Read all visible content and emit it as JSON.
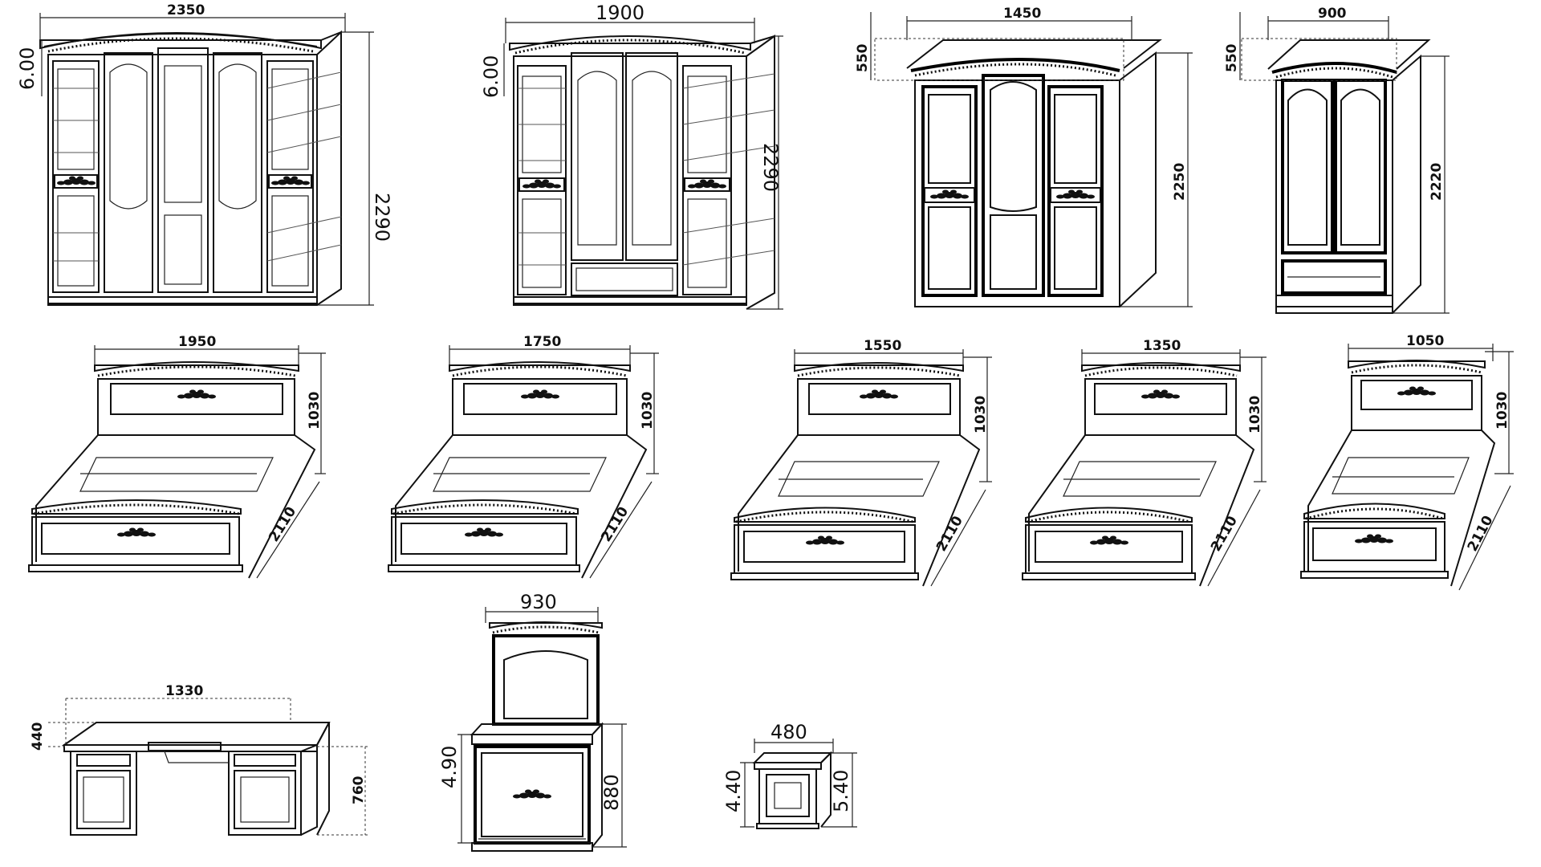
{
  "dimensions": {
    "wardrobe5_width": "2350",
    "wardrobe5_crown": "6.00",
    "wardrobe5_height": "2290",
    "wardrobe4_width": "1900",
    "wardrobe4_crown": "6.00",
    "wardrobe4_height": "2290",
    "wardrobe3_width": "1450",
    "wardrobe3_depth": "550",
    "wardrobe3_height": "2250",
    "wardrobe2_width": "900",
    "wardrobe2_depth": "550",
    "wardrobe2_height": "2220",
    "bed1_width": "1950",
    "bed1_height": "1030",
    "bed1_length": "2110",
    "bed2_width": "1750",
    "bed2_height": "1030",
    "bed2_length": "2110",
    "bed3_width": "1550",
    "bed3_height": "1030",
    "bed3_length": "2110",
    "bed4_width": "1350",
    "bed4_height": "1030",
    "bed4_length": "2110",
    "bed5_width": "1050",
    "bed5_height": "1030",
    "bed5_length": "2110",
    "desk_width": "1330",
    "desk_depth": "440",
    "desk_height": "760",
    "dresser_width": "930",
    "dresser_depth": "4.90",
    "dresser_height": "880",
    "nightstand_width": "480",
    "nightstand_depth": "4.40",
    "nightstand_height": "5.40"
  }
}
